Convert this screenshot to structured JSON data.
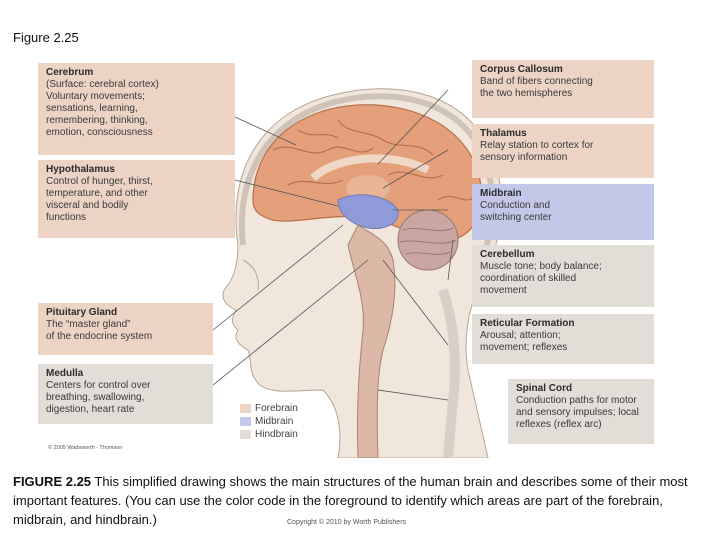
{
  "figure_label": "Figure 2.25",
  "boxes": {
    "cerebrum": {
      "title": "Cerebrum",
      "lines": [
        "(Surface: cerebral cortex)",
        "Voluntary movements;",
        "sensations, learning,",
        "remembering, thinking,",
        "emotion, consciousness"
      ]
    },
    "hypothalamus": {
      "title": "Hypothalamus",
      "lines": [
        "Control of hunger, thirst,",
        "temperature, and other",
        "visceral and bodily",
        "functions"
      ]
    },
    "pituitary": {
      "title": "Pituitary Gland",
      "lines": [
        "The “master gland”",
        "of the endocrine system"
      ]
    },
    "medulla": {
      "title": "Medulla",
      "lines": [
        "Centers for control over",
        "breathing, swallowing,",
        "digestion, heart rate"
      ]
    },
    "corpus_callosum": {
      "title": "Corpus Callosum",
      "lines": [
        "Band of fibers connecting",
        "the two hemispheres"
      ]
    },
    "thalamus": {
      "title": "Thalamus",
      "lines": [
        "Relay station to cortex for",
        "sensory information"
      ]
    },
    "midbrain": {
      "title": "Midbrain",
      "lines": [
        "Conduction and",
        "switching center"
      ]
    },
    "cerebellum": {
      "title": "Cerebellum",
      "lines": [
        "Muscle tone; body balance;",
        "coordination of skilled",
        "movement"
      ]
    },
    "reticular": {
      "title": "Reticular Formation",
      "lines": [
        "Arousal; attention;",
        "movement; reflexes"
      ]
    },
    "spinal_cord": {
      "title": "Spinal Cord",
      "lines": [
        "Conduction paths for motor",
        "and sensory impulses; local",
        "reflexes (reflex arc)"
      ]
    }
  },
  "legend": {
    "forebrain": "Forebrain",
    "midbrain": "Midbrain",
    "hindbrain": "Hindbrain"
  },
  "colors": {
    "forebrain": "#ecd3c4",
    "midbrain": "#c4c8e8",
    "hindbrain": "#e2ddd7"
  },
  "copyright": "© 2005 Wadsworth - Thomson",
  "caption": {
    "bold": "FIGURE 2.25",
    "text": " This simplified drawing shows the main structures of the human brain and describes some of their most important features. (You can use the color code in the foreground to identify which areas are part of the forebrain, midbrain, and hindbrain.)"
  },
  "publisher": "Copyright © 2010 by Worth Publishers"
}
